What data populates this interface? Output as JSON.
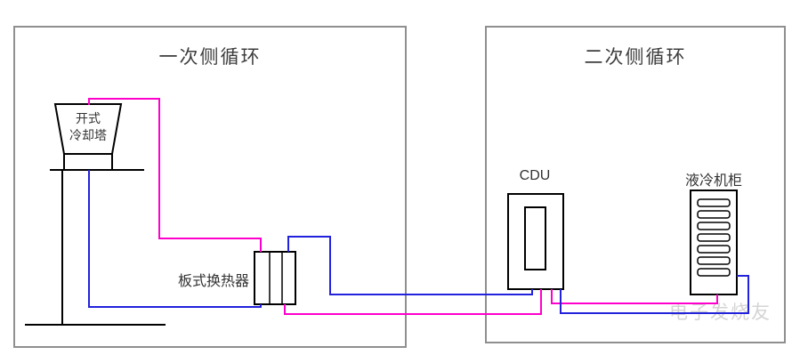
{
  "labels": {
    "primary_title": "一次侧循环",
    "secondary_title": "二次侧循环",
    "tower_line1": "开式",
    "tower_line2": "冷却塔",
    "heat_exchanger": "板式换热器",
    "cdu": "CDU",
    "cabinet": "液冷机柜",
    "watermark": "电子发烧友"
  },
  "colors": {
    "hot_pipe": "#ff00cc",
    "cold_pipe": "#2222dd",
    "box_border": "#8f8f8f",
    "component_outline": "#000000",
    "label_text": "#3d3d3d",
    "watermark": "#d4d4d4",
    "background": "#ffffff"
  }
}
